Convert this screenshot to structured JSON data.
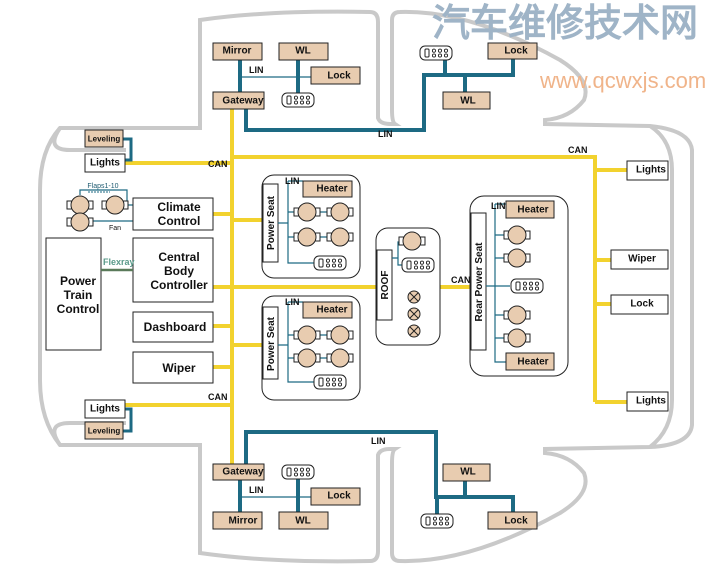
{
  "watermark": {
    "cn": "汽车维修技术网",
    "url": "www.qcwxjs.com"
  },
  "colors": {
    "can_bus": "#f2d22e",
    "lin_bus": "#1d6a83",
    "flexray": "#5a8a5a",
    "component_fill": "#e8ccb0",
    "body_outline": "#c9c9c9"
  },
  "buses": {
    "can": "CAN",
    "lin": "LIN",
    "flexray": "Flexray"
  },
  "front_left": {
    "leveling": "Leveling",
    "lights": "Lights"
  },
  "rear_left": {
    "leveling": "Leveling",
    "lights": "Lights"
  },
  "climate": {
    "label1": "Climate",
    "label2": "Control",
    "flaps": "Flaps1-10",
    "fan": "Fan"
  },
  "cbc": {
    "l1": "Central",
    "l2": "Body",
    "l3": "Controller"
  },
  "dashboard": "Dashboard",
  "wiper_left": "Wiper",
  "powertrain": {
    "l1": "Power",
    "l2": "Train",
    "l3": "Control"
  },
  "power_seat": {
    "label": "Power Seat",
    "heater": "Heater"
  },
  "roof": "ROOF",
  "rear_seat": {
    "label": "Rear Power Seat",
    "heater": "Heater"
  },
  "right": {
    "lights_top": "Lights",
    "wiper": "Wiper",
    "lock": "Lock",
    "lights_bottom": "Lights"
  },
  "door_fl": {
    "mirror": "Mirror",
    "wl": "WL",
    "lock": "Lock",
    "gateway": "Gateway"
  },
  "door_rl": {
    "lock": "Lock",
    "wl": "WL"
  },
  "door_fr": {
    "mirror": "Mirror",
    "wl": "WL",
    "lock": "Lock",
    "gateway": "Gateway"
  },
  "door_rr": {
    "lock": "Lock",
    "wl": "WL"
  }
}
